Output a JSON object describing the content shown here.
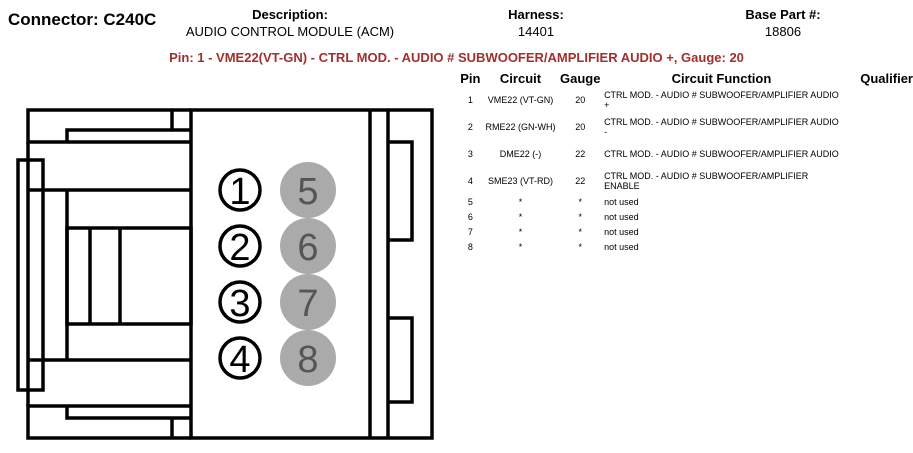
{
  "connector": {
    "title": "Connector: C240C"
  },
  "header": {
    "description_label": "Description:",
    "description_value": "AUDIO CONTROL MODULE (ACM)",
    "harness_label": "Harness:",
    "harness_value": "14401",
    "base_part_label": "Base Part #:",
    "base_part_value": "18806"
  },
  "selected_pin": "Pin: 1 - VME22(VT-GN) - CTRL MOD. - AUDIO # SUBWOOFER/AMPLIFIER AUDIO +, Gauge: 20",
  "table": {
    "headers": {
      "pin": "Pin",
      "circuit": "Circuit",
      "gauge": "Gauge",
      "function": "Circuit Function",
      "qualifier": "Qualifier"
    },
    "rows": [
      {
        "pin": "1",
        "circuit": "VME22 (VT-GN)",
        "gauge": "20",
        "function": "CTRL MOD. - AUDIO # SUBWOOFER/AMPLIFIER AUDIO +",
        "qualifier": ""
      },
      {
        "pin": "2",
        "circuit": "RME22 (GN-WH)",
        "gauge": "20",
        "function": "CTRL MOD. - AUDIO # SUBWOOFER/AMPLIFIER AUDIO -",
        "qualifier": ""
      },
      {
        "pin": "3",
        "circuit": "DME22 (-)",
        "gauge": "22",
        "function": "CTRL MOD. - AUDIO # SUBWOOFER/AMPLIFIER AUDIO",
        "qualifier": ""
      },
      {
        "pin": "4",
        "circuit": "SME23 (VT-RD)",
        "gauge": "22",
        "function": "CTRL MOD. - AUDIO # SUBWOOFER/AMPLIFIER ENABLE",
        "qualifier": ""
      },
      {
        "pin": "5",
        "circuit": "*",
        "gauge": "*",
        "function": "not used",
        "qualifier": ""
      },
      {
        "pin": "6",
        "circuit": "*",
        "gauge": "*",
        "function": "not used",
        "qualifier": ""
      },
      {
        "pin": "7",
        "circuit": "*",
        "gauge": "*",
        "function": "not used",
        "qualifier": ""
      },
      {
        "pin": "8",
        "circuit": "*",
        "gauge": "*",
        "function": "not used",
        "qualifier": ""
      }
    ]
  },
  "diagram": {
    "used_pins": [
      "1",
      "2",
      "3",
      "4"
    ],
    "unused_pins": [
      "5",
      "6",
      "7",
      "8"
    ],
    "unused_pin_color": "#aaaaaa"
  }
}
